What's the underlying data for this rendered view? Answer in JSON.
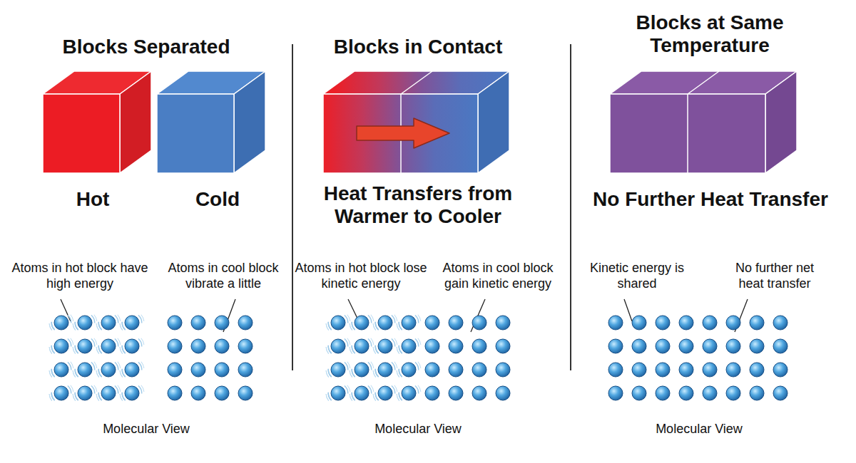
{
  "diagram": {
    "nodes": [
      {
        "text": [
          "Hot"
        ]
      },
      {
        "text": [
          "Cold"
        ]
      },
      {
        "text": [
          "Heat Transfers from Warmer to Cooler"
        ]
      },
      {
        "text": [
          "No Further Heat Transfer"
        ]
      }
    ],
    "labels": [
      "Blocks Separated",
      "Blocks in Contact",
      "Blocks at Same Temperature",
      "Atoms in hot block have high energy",
      "Atoms in cool block vibrate a little",
      "Atoms in hot block lose kinetic energy",
      "Atoms in cool block gain kinetic energy",
      "Kinetic energy is shared",
      "No further net heat transfer",
      "Molecular View",
      "Molecular View",
      "Molecular View"
    ]
  }
}
